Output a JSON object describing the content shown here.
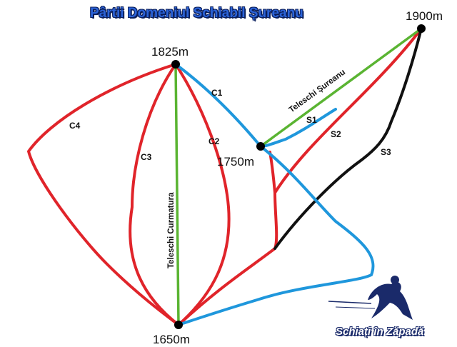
{
  "map": {
    "title": "Pârtii Domeniul Schiabil Șureanu",
    "brand": "Schiați în Zăpadă",
    "altitudes": {
      "top": "1900m",
      "left_top": "1825m",
      "middle": "1750m",
      "base": "1650m"
    },
    "lifts": {
      "sureanu": "Teleschi Șureanu",
      "curmatura": "Teleschi Curmatura"
    },
    "slopes": {
      "c1": "C1",
      "c2": "C2",
      "c3": "C3",
      "c4": "C4",
      "s1": "S1",
      "s2": "S2",
      "s3": "S3"
    },
    "colors": {
      "red_slope": "#e0242a",
      "blue_slope": "#1f97dc",
      "black_slope": "#111111",
      "lift": "#5ab432",
      "title": "#2b63d8"
    }
  }
}
